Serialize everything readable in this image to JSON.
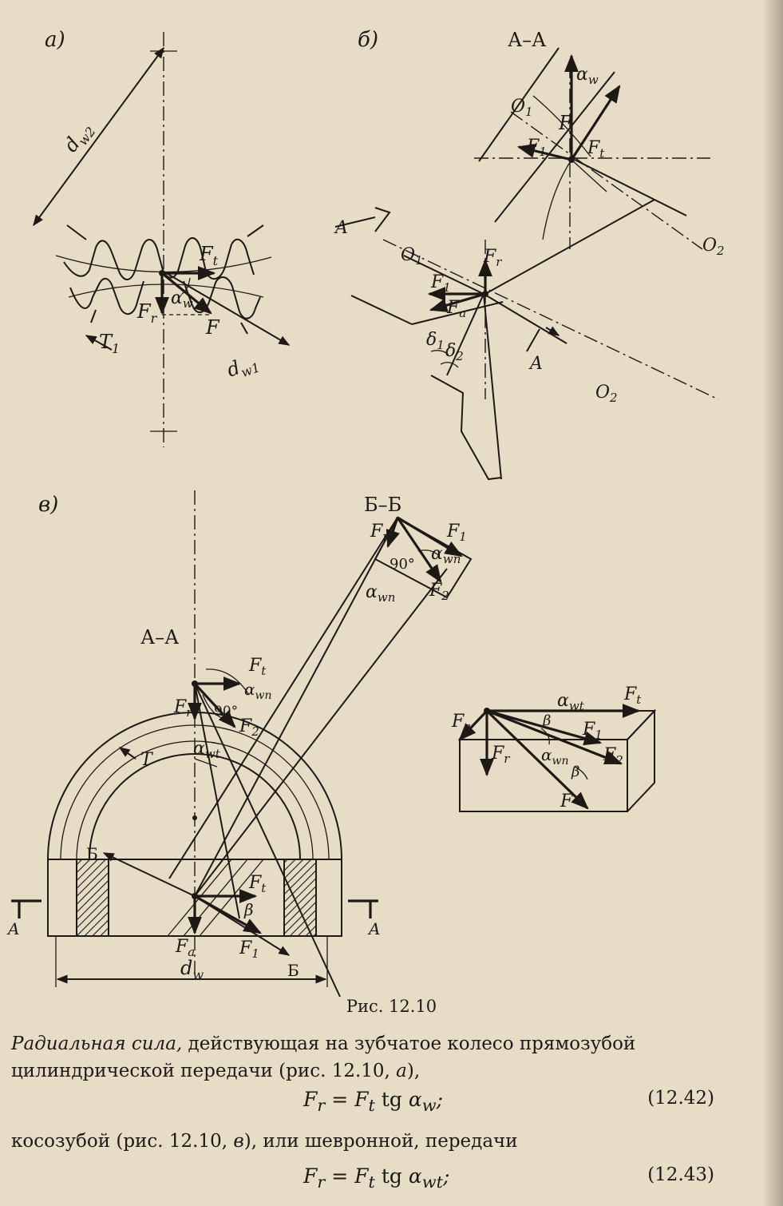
{
  "figure": {
    "panel_labels": [
      "а)",
      "б)",
      "в)"
    ],
    "section_labels": [
      "А–А",
      "Б–Б",
      "А–А"
    ],
    "labels_a": {
      "dw2": "d",
      "dw2_sub": "w2",
      "dw1": "d",
      "dw1_sub": "w1",
      "Ft": "F",
      "Ft_sub": "t",
      "Fr": "F",
      "Fr_sub": "r",
      "F": "F",
      "alpha": "α",
      "alpha_sub": "w",
      "T1": "T",
      "T1_sub": "1"
    },
    "labels_b": {
      "O1": "O",
      "O1_sub": "1",
      "O2": "O",
      "O2_sub": "2",
      "F": "F",
      "F1": "F",
      "F1_sub": "1",
      "Ft": "F",
      "Ft_sub": "t",
      "Fr": "F",
      "Fr_sub": "r",
      "Fa": "F",
      "Fa_sub": "a",
      "alpha": "α",
      "alpha_sub": "w",
      "A": "A",
      "delta1": "δ",
      "delta1_sub": "1",
      "delta2": "δ",
      "delta2_sub": "2"
    },
    "labels_c": {
      "Fr": "F",
      "Fr_sub": "r",
      "F1": "F",
      "F1_sub": "1",
      "F2": "F",
      "F2_sub": "2",
      "Ft": "F",
      "Ft_sub": "t",
      "Fa": "F",
      "Fa_sub": "a",
      "F": "F",
      "alpha_wn": "α",
      "alpha_wn_sub": "wn",
      "alpha_wt": "α",
      "alpha_wt_sub": "wt",
      "angle90": "90°",
      "beta": "β",
      "T": "T",
      "A": "A",
      "B": "Б",
      "dw": "d",
      "dw_sub": "w"
    }
  },
  "caption": "Рис. 12.10",
  "paragraph1": {
    "em": "Радиальная сила,",
    "rest": " действующая на зубчатое колесо прямозубой цилиндрической передачи (рис. 12.10, ",
    "ref": "а",
    "tail": "),"
  },
  "equation1": {
    "formula": "F_r = F_t tg α_w;",
    "number": "(12.42)"
  },
  "paragraph2": {
    "text": "косозубой (рис. 12.10, ",
    "ref": "в",
    "tail": "), или шевронной, передачи"
  },
  "equation2": {
    "formula": "F_r = F_t tg α_wt;",
    "number": "(12.43)"
  }
}
